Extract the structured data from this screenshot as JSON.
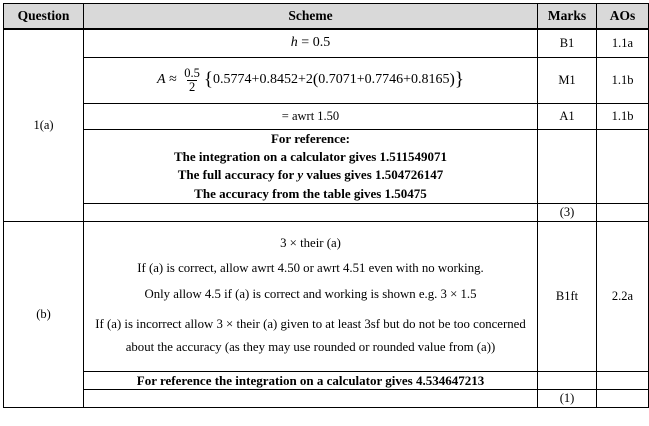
{
  "document": {
    "type": "mark-scheme-table",
    "header": {
      "question": "Question",
      "scheme": "Scheme",
      "marks": "Marks",
      "aos": "AOs"
    },
    "colors": {
      "header_fill": "#d9d9d9",
      "border": "#000000",
      "text": "#000000",
      "page_background": "#ffffff"
    },
    "rows": [
      {
        "question": "1(a)",
        "scheme_kind": "equation-h",
        "scheme_text": "h = 0.5",
        "scheme_parts": {
          "variable": "h",
          "equals": "=",
          "value": "0.5"
        },
        "marks": "B1",
        "aos": "1.1a"
      },
      {
        "question": "",
        "scheme_kind": "equation-trapezium",
        "scheme_parts": {
          "lhs": "A",
          "approx": "≈",
          "frac_num": "0.5",
          "frac_den": "2",
          "brace_open": "{",
          "term1": "0.5774",
          "plus1": "+",
          "term2": "0.8452",
          "plus2": "+",
          "coefficient": "2",
          "paren_open": "(",
          "term3": "0.7071",
          "plus3": "+",
          "term4": "0.7746",
          "plus4": "+",
          "term5": "0.8165",
          "paren_close": ")",
          "brace_close": "}"
        },
        "marks": "M1",
        "aos": "1.1b"
      },
      {
        "question": "",
        "scheme_kind": "awrt",
        "scheme_text": "= awrt 1.50",
        "marks": "A1",
        "aos": "1.1b"
      },
      {
        "question": "",
        "scheme_kind": "reference-block",
        "reference_lines": [
          "For reference:",
          "The integration on a calculator gives 1.511549071",
          "The full accuracy for y values gives 1.504726147",
          "The accuracy from the table gives 1.50475"
        ],
        "reference_line_3_parts": {
          "before": "The full accuracy for ",
          "italic": "y",
          "after": " values gives 1.504726147"
        },
        "marks": "",
        "aos": ""
      },
      {
        "question": "",
        "scheme_kind": "subtotal",
        "scheme_text": "",
        "marks": "(3)",
        "aos": ""
      },
      {
        "question": "(b)",
        "scheme_kind": "part-b-body",
        "body_lines": [
          "3 × their (a)",
          "If (a) is correct, allow awrt 4.50 or awrt 4.51 even with no working.",
          "Only allow 4.5 if (a) is correct and working is shown e.g. 3 × 1.5",
          "If (a) is incorrect allow 3 × their (a) given to at least 3sf but do not be too concerned about the accuracy (as they may use rounded or rounded value from (a))"
        ],
        "marks": "B1ft",
        "aos": "2.2a"
      },
      {
        "question": "",
        "scheme_kind": "reference-line",
        "scheme_text": "For reference the integration on a calculator gives 4.534647213",
        "marks": "",
        "aos": ""
      },
      {
        "question": "",
        "scheme_kind": "subtotal",
        "scheme_text": "",
        "marks": "(1)",
        "aos": ""
      }
    ]
  }
}
